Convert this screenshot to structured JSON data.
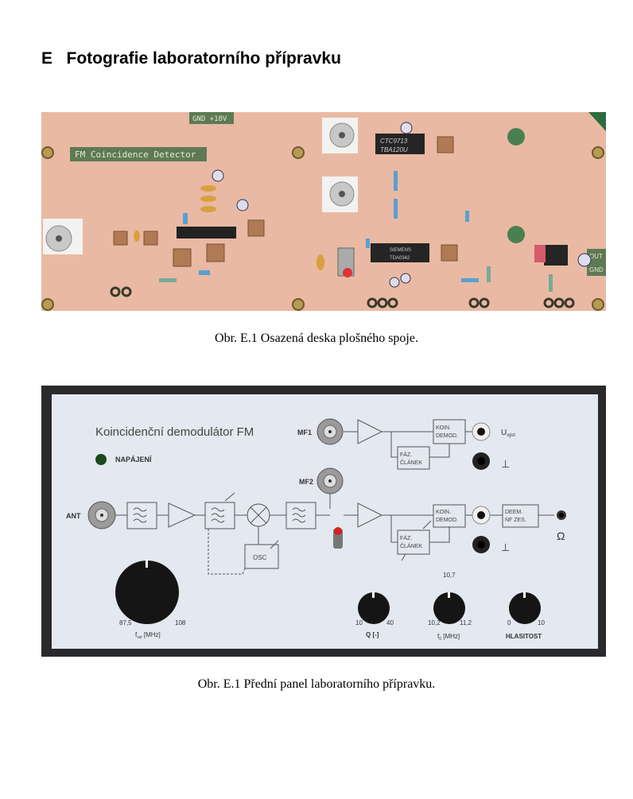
{
  "heading": {
    "letter": "E",
    "title": "Fotografie laboratorního přípravku"
  },
  "figure1": {
    "caption": "Obr. E.1  Osazená deska plošného spoje.",
    "board_labels": {
      "title": "FM Coincidence Detector",
      "power": "GND +18V",
      "ic1_line1": "CTC9713",
      "ic1_line2": "TBA120U",
      "ic2_line1": "SIEMENS",
      "ic2_line2": "TDA0342",
      "out": "OUT",
      "gnd": "GND"
    }
  },
  "figure2": {
    "caption": "Obr. E.1  Přední panel laboratorního přípravku.",
    "panel": {
      "title": "Koincidenční demodulátor FM",
      "power_led": "NAPÁJENÍ",
      "mf1": "MF1",
      "mf2": "MF2",
      "ant": "ANT",
      "koin_demod_1a": "KOIN.",
      "koin_demod_1b": "DEMOD.",
      "faz_1a": "FÁZ.",
      "faz_1b": "ČLÁNEK",
      "koin_demod_2a": "KOIN.",
      "koin_demod_2b": "DEMOD.",
      "faz_2a": "FÁZ.",
      "faz_2b": "ČLÁNEK",
      "deem_a": "DEEM.",
      "deem_b": "NF ZES.",
      "osc": "OSC",
      "u_out": "U",
      "u_out_sub": "výst",
      "ground_1": "⊥",
      "ground_2": "⊥",
      "headphones": "Ω",
      "tuning": {
        "min": "87,5",
        "max": "108",
        "label": "f",
        "label_sub": "vst",
        "label_unit": " [MHz]"
      },
      "q": {
        "min": "10",
        "max": "40",
        "label": "Q [-]"
      },
      "f0": {
        "min": "10,2",
        "mid": "10,7",
        "max": "11,2",
        "label": "f",
        "label_sub": "0",
        "label_unit": " [MHz]"
      },
      "volume": {
        "min": "0",
        "max": "10",
        "label": "HLASITOST"
      }
    }
  }
}
